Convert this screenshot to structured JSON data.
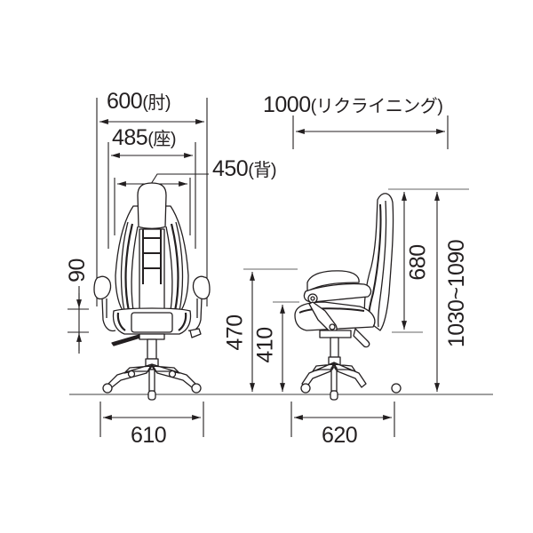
{
  "diagram": {
    "subject": "Gaming office chair dimension drawing",
    "views": [
      "front-view",
      "side-view"
    ],
    "colors": {
      "line": "#231f20",
      "guide": "#666666",
      "background": "#ffffff"
    }
  },
  "front_view": {
    "dimensions": {
      "armrest_width": {
        "value": "600",
        "note": "(肘)"
      },
      "seat_width": {
        "value": "485",
        "note": "(座)"
      },
      "back_width": {
        "value": "450",
        "note": "(背)"
      },
      "armrest_height_adjust": {
        "value": "90"
      },
      "base_width": {
        "value": "610"
      }
    }
  },
  "side_view": {
    "dimensions": {
      "recline_depth": {
        "value": "1000",
        "note": "(リクライニング)"
      },
      "back_height": {
        "value": "680"
      },
      "total_height": {
        "value": "1030~1090"
      },
      "armrest_height": {
        "value": "470"
      },
      "seat_height": {
        "value": "410"
      },
      "base_depth": {
        "value": "620"
      }
    }
  }
}
